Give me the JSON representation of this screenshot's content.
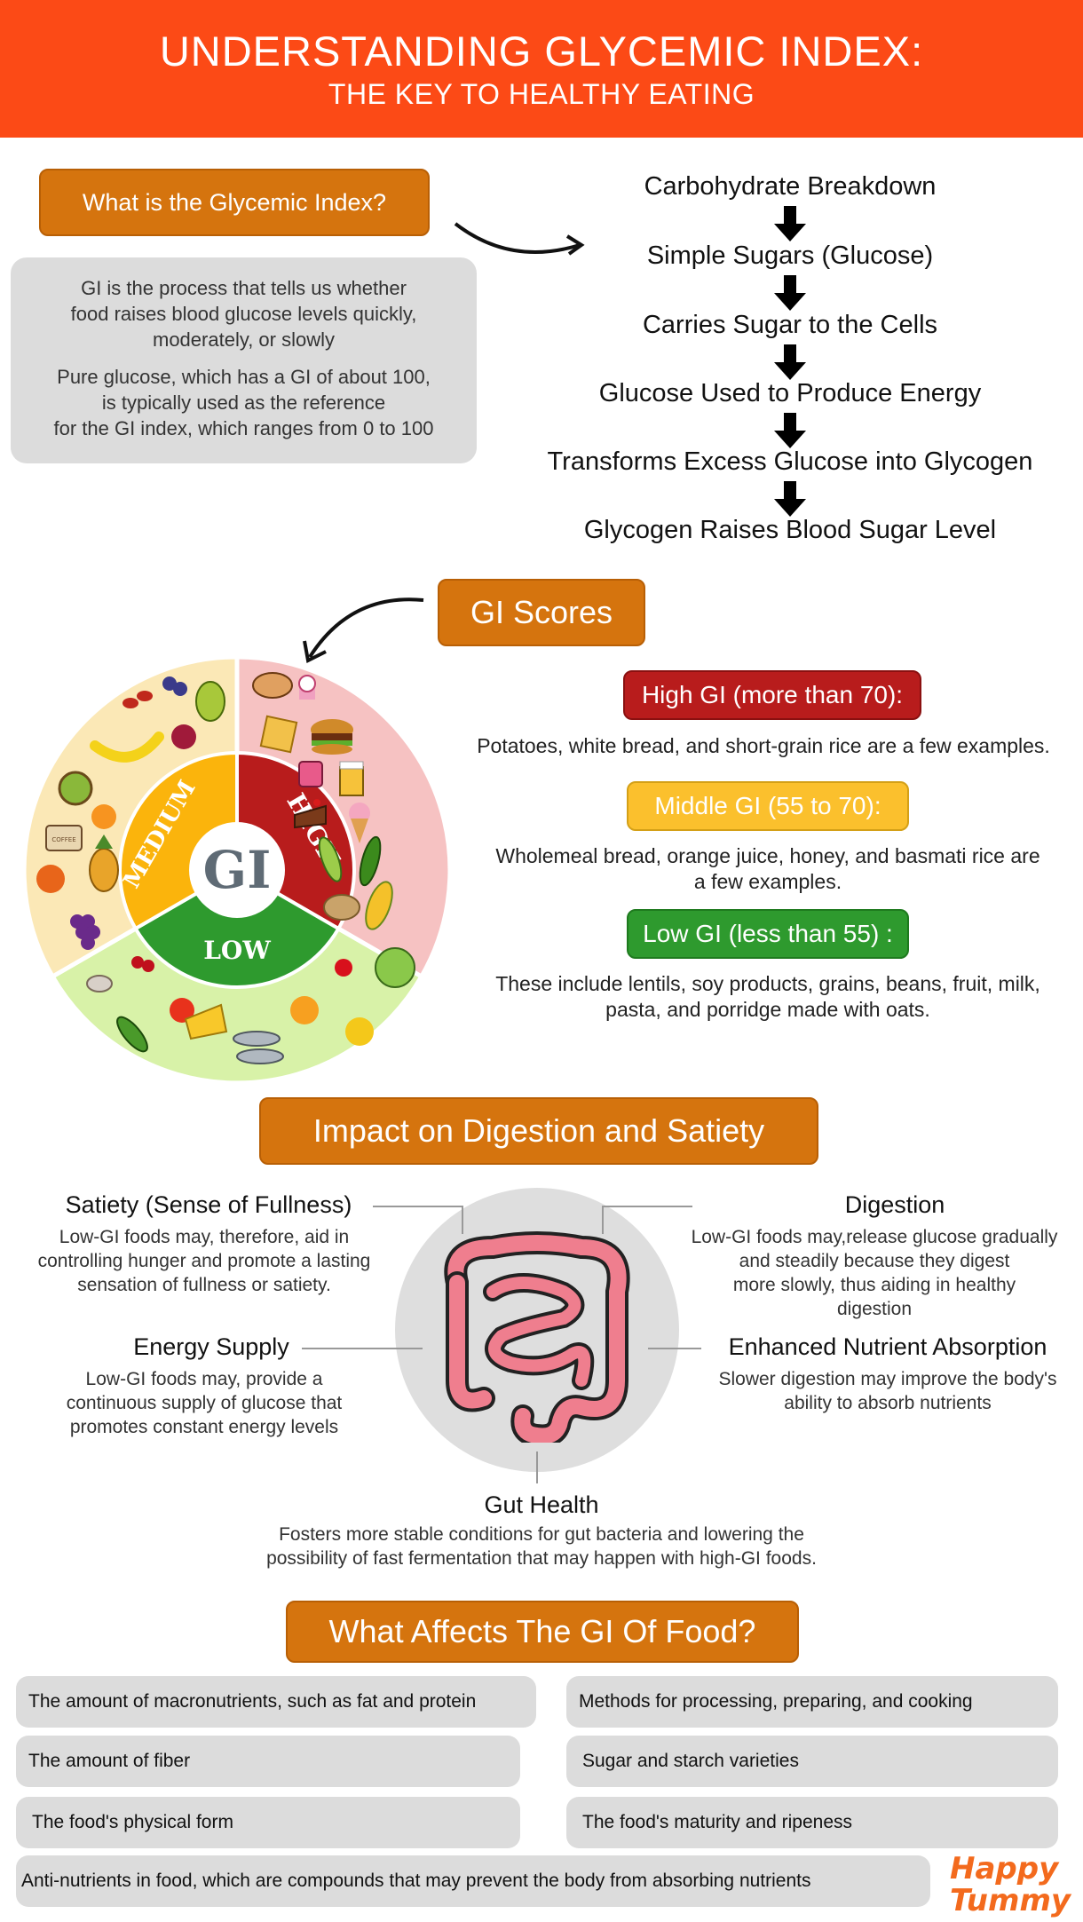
{
  "header": {
    "title": "UNDERSTANDING GLYCEMIC INDEX:",
    "subtitle": "THE KEY TO HEALTHY EATING"
  },
  "what_is": {
    "heading": "What is the Glycemic Index?",
    "para1_lines": [
      "GI is the process that tells us whether",
      "food raises blood glucose levels quickly,",
      "moderately, or slowly"
    ],
    "para2_lines": [
      "Pure glucose, which has a GI of about 100,",
      "is typically used as the reference",
      "for the GI index, which ranges from 0 to 100"
    ]
  },
  "flow": {
    "steps": [
      "Carbohydrate Breakdown",
      "Simple Sugars (Glucose)",
      "Carries Sugar to the Cells",
      "Glucose Used to Produce Energy",
      "Transforms Excess Glucose into Glycogen",
      "Glycogen Raises Blood Sugar Level"
    ]
  },
  "gi_scores": {
    "heading": "GI Scores",
    "wheel": {
      "center": "GI",
      "high": "HIGH",
      "medium": "MEDIUM",
      "low": "LOW",
      "cup_text": "COFFEE"
    },
    "high": {
      "label": "High GI (more than 70):",
      "desc": "Potatoes, white bread, and short-grain rice are a few examples.",
      "color": "#b81c1c"
    },
    "middle": {
      "label": "Middle GI (55 to 70):",
      "desc_lines": [
        "Wholemeal bread, orange juice, honey, and basmati rice are",
        "a few examples."
      ],
      "color": "#fbc02d"
    },
    "low": {
      "label": "Low GI (less than 55) :",
      "desc_lines": [
        "These include lentils, soy products, grains, beans, fruit, milk,",
        "pasta, and porridge made with oats."
      ],
      "color": "#2e9a2e"
    }
  },
  "impact": {
    "heading": "Impact on Digestion and Satiety",
    "satiety": {
      "title": "Satiety (Sense of Fullness)",
      "lines": [
        "Low-GI foods may, therefore, aid in",
        "controlling hunger and promote a lasting",
        "sensation of fullness or satiety."
      ]
    },
    "digestion": {
      "title": "Digestion",
      "lines": [
        "Low-GI foods may,release glucose gradually",
        "and steadily because they digest",
        "more slowly, thus aiding in healthy",
        "digestion"
      ]
    },
    "energy": {
      "title": "Energy Supply",
      "lines": [
        "Low-GI foods may, provide a",
        "continuous supply of glucose that",
        "promotes constant energy levels"
      ]
    },
    "nutrient": {
      "title": "Enhanced Nutrient Absorption",
      "lines": [
        "Slower digestion may improve the body's",
        "ability to absorb nutrients"
      ]
    },
    "gut": {
      "title": "Gut Health",
      "lines": [
        "Fosters more stable conditions for gut bacteria and lowering the",
        "possibility of fast fermentation that may happen with high-GI foods."
      ]
    }
  },
  "affects": {
    "heading": "What Affects The GI Of Food?",
    "items": [
      "The amount of macronutrients, such as fat and protein",
      "Methods for processing, preparing, and cooking",
      "The amount of fiber",
      "Sugar and starch varieties",
      "The food's physical form",
      "The food's maturity and ripeness",
      "Anti-nutrients in food, which are compounds that may prevent the body from absorbing nutrients"
    ]
  },
  "logo": {
    "line1": "Happy",
    "line2": "Tummy"
  },
  "colors": {
    "header": "#fc4a16",
    "pill": "#d5740e",
    "box": "#dcdcdc",
    "logo": "#f36a1d"
  }
}
